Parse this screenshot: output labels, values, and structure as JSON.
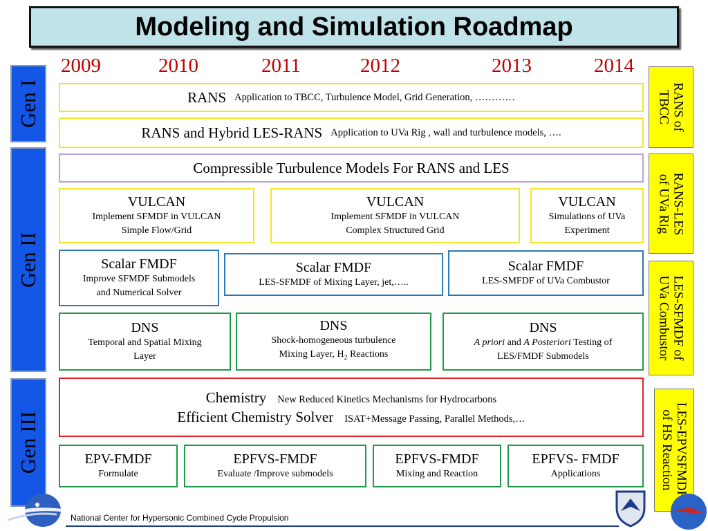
{
  "title": "Modeling and Simulation Roadmap",
  "years": [
    "2009",
    "2010",
    "2011",
    "2012",
    "2013",
    "2014"
  ],
  "generations": [
    "Gen I",
    "Gen II",
    "Gen III"
  ],
  "side_labels": [
    {
      "line1": "RANS of",
      "line2": "TBCC"
    },
    {
      "line1": "RANS-LES",
      "line2": "of  UVa Rig"
    },
    {
      "line1": "LES-SFMDF of",
      "line2": "UVa Combustor"
    },
    {
      "line1": "LES-EPVSFMDF",
      "line2": "of  HS Reaction"
    }
  ],
  "gen1": {
    "rans": {
      "title": "RANS",
      "detail": "Application to  TBCC,  Turbulence Model, Grid Generation, …………"
    },
    "hybrid": {
      "title": "RANS and Hybrid LES-RANS",
      "detail": "Application to UVa Rig , wall and turbulence models, …."
    }
  },
  "gen2": {
    "compressible": "Compressible Turbulence Models For RANS and LES",
    "vulcan": [
      {
        "title": "VULCAN",
        "line1": "Implement SFMDF in VULCAN",
        "line2": "Simple Flow/Grid"
      },
      {
        "title": "VULCAN",
        "line1": "Implement SFMDF in VULCAN",
        "line2": "Complex Structured Grid"
      },
      {
        "title": "VULCAN",
        "line1": "Simulations of UVa",
        "line2": "Experiment"
      }
    ],
    "scalar": [
      {
        "title": "Scalar FMDF",
        "line1": "Improve SFMDF Submodels",
        "line2": "and Numerical  Solver"
      },
      {
        "title": "Scalar FMDF",
        "line1": "LES-SFMDF of Mixing Layer, jet,…..",
        "line2": ""
      },
      {
        "title": "Scalar FMDF",
        "line1": "LES-SMFDF of  UVa Combustor",
        "line2": ""
      }
    ],
    "dns": [
      {
        "title": "DNS",
        "line1": "Temporal  and Spatial Mixing",
        "line2": "Layer"
      },
      {
        "title": "DNS",
        "line1": "Shock-homogeneous turbulence",
        "line2_a": "Mixing Layer,   H",
        "line2_sub": "2",
        "line2_b": " Reactions"
      },
      {
        "title": "DNS",
        "line1_a": "A priori",
        "line1_b": " and ",
        "line1_c": "A Posteriori",
        "line1_d": "  Testing of",
        "line2": "LES/FMDF Submodels"
      }
    ]
  },
  "gen3": {
    "chemistry": {
      "title1": "Chemistry",
      "detail1": "New Reduced Kinetics Mechanisms for Hydrocarbons",
      "title2": "Efficient Chemistry Solver",
      "detail2": "ISAT+Message Passing, Parallel Methods,…"
    },
    "epv": [
      {
        "title": "EPV-FMDF",
        "sub": "Formulate"
      },
      {
        "title": "EPFVS-FMDF",
        "sub": "Evaluate /Improve  submodels"
      },
      {
        "title": "EPFVS-FMDF",
        "sub": "Mixing and Reaction"
      },
      {
        "title": "EPFVS- FMDF",
        "sub": "Applications"
      }
    ]
  },
  "footer": "National Center for Hypersonic Combined Cycle Propulsion",
  "colors": {
    "title_bg": "#bfe3e8",
    "year": "#c00000",
    "gen_bg": "#1456e6",
    "side_bg": "#ffff00",
    "yellow_border": "#f5e52a",
    "purple_border": "#b9a2d9",
    "blue_border": "#2b78b8",
    "green_border": "#1f9a4a",
    "red_border": "#e0242a"
  }
}
